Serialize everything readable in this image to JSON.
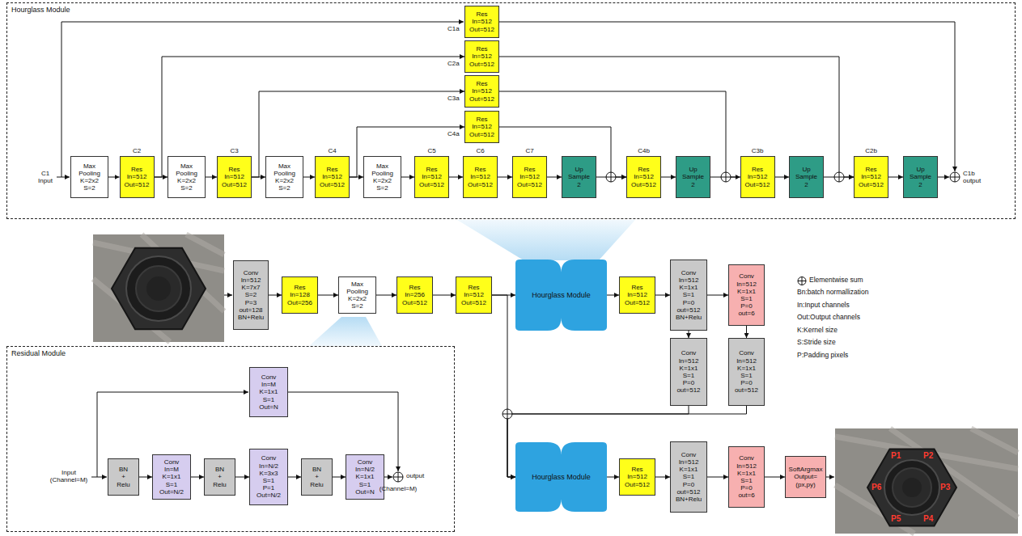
{
  "diagram": {
    "nodes": [
      {
        "text": [
          "Hourglass Module"
        ]
      },
      {
        "text": [
          "Res",
          "In=512",
          "Out=512"
        ],
        "in": 0
      },
      {
        "text": [
          "Res",
          "In=512",
          "Out=512"
        ],
        "in": 0
      },
      {
        "text": [
          "Res",
          "In=512",
          "Out=512"
        ],
        "in": 0
      },
      {
        "text": [
          "Res",
          "In=512",
          "Out=512"
        ],
        "in": 0
      },
      {
        "text": [
          "Max",
          "Pooling",
          "K=2x2",
          "S=2"
        ],
        "in": 0
      },
      {
        "text": [
          "Res",
          "In=512",
          "Out=512"
        ],
        "in": 0
      },
      {
        "text": [
          "Max",
          "Pooling",
          "K=2x2",
          "S=2"
        ],
        "in": 0
      },
      {
        "text": [
          "Res",
          "In=512",
          "Out=512"
        ],
        "in": 0
      },
      {
        "text": [
          "Max",
          "Pooling",
          "K=2x2",
          "S=2"
        ],
        "in": 0
      },
      {
        "text": [
          "Res",
          "In=512",
          "Out=512"
        ],
        "in": 0
      },
      {
        "text": [
          "Max",
          "Pooling",
          "K=2x2",
          "S=2"
        ],
        "in": 0
      },
      {
        "text": [
          "Res",
          "In=512",
          "Out=512"
        ],
        "in": 0
      },
      {
        "text": [
          "Res",
          "In=512",
          "Out=512"
        ],
        "in": 0
      },
      {
        "text": [
          "Res",
          "In=512",
          "Out=512"
        ],
        "in": 0
      },
      {
        "text": [
          "Up",
          "Sample",
          "2"
        ],
        "in": 0
      },
      {
        "text": [
          "Res",
          "In=512",
          "Out=512"
        ],
        "in": 0
      },
      {
        "text": [
          "Up",
          "Sample",
          "2"
        ],
        "in": 0
      },
      {
        "text": [
          "Res",
          "In=512",
          "Out=512"
        ],
        "in": 0
      },
      {
        "text": [
          "Up",
          "Sample",
          "2"
        ],
        "in": 0
      },
      {
        "text": [
          "Res",
          "In=512",
          "Out=512"
        ],
        "in": 0
      },
      {
        "text": [
          "Up",
          "Sample",
          "2"
        ],
        "in": 0
      },
      {
        "text": [
          "Conv",
          "In=512",
          "K=7x7",
          "S=2",
          "P=3",
          "out=128",
          "BN+Relu"
        ]
      },
      {
        "text": [
          "Res",
          "In=128",
          "Out=256"
        ]
      },
      {
        "text": [
          "Max",
          "Pooling",
          "K=2x2",
          "S=2"
        ]
      },
      {
        "text": [
          "Res",
          "In=256",
          "Out=512"
        ]
      },
      {
        "text": [
          "Res",
          "In=512",
          "Out=512"
        ]
      },
      {
        "text": [
          "Hourglass Module"
        ]
      },
      {
        "text": [
          "Res",
          "In=512",
          "Out=512"
        ]
      },
      {
        "text": [
          "Conv",
          "In=512",
          "K=1x1",
          "S=1",
          "P=0",
          "out=512",
          "BN+Relu"
        ]
      },
      {
        "text": [
          "Conv",
          "In=512",
          "K=1x1",
          "S=1",
          "P=0",
          "out=6"
        ]
      },
      {
        "text": [
          "Conv",
          "In=512",
          "K=1x1",
          "S=1",
          "P=0",
          "out=512"
        ]
      },
      {
        "text": [
          "Conv",
          "In=512",
          "K=1x1",
          "S=1",
          "P=0",
          "out=512"
        ]
      },
      {
        "text": [
          "Hourglass Module"
        ]
      },
      {
        "text": [
          "Res",
          "In=512",
          "Out=512"
        ]
      },
      {
        "text": [
          "Conv",
          "In=512",
          "K=1x1",
          "S=1",
          "P=0",
          "out=512",
          "BN+Relu"
        ]
      },
      {
        "text": [
          "Conv",
          "In=512",
          "K=1x1",
          "S=1",
          "P=0",
          "out=6"
        ]
      },
      {
        "text": [
          "SoftArgmax",
          "Output=",
          "(px,py)"
        ]
      },
      {
        "text": [
          "Residual Module"
        ]
      },
      {
        "text": [
          "Conv",
          "In=M",
          "K=1x1",
          "S=1",
          "Out=N"
        ],
        "in": 38
      },
      {
        "text": [
          "BN",
          "+",
          "Relu"
        ],
        "in": 38
      },
      {
        "text": [
          "Conv",
          "In=M",
          "K=1x1",
          "S=1",
          "Out=N/2"
        ],
        "in": 38
      },
      {
        "text": [
          "BN",
          "+",
          "Relu"
        ],
        "in": 38
      },
      {
        "text": [
          "Conv",
          "In=N/2",
          "K=3x3",
          "S=1",
          "P=1",
          "Out=N/2"
        ],
        "in": 38
      },
      {
        "text": [
          "BN",
          "+",
          "Relu"
        ],
        "in": 38
      },
      {
        "text": [
          "Conv",
          "In=N/2",
          "K=1x1",
          "S=1",
          "Out=N"
        ],
        "in": 38
      }
    ],
    "edges": [
      {
        "from": 5,
        "to": 6,
        "arrow": "to"
      },
      {
        "from": 6,
        "to": 7,
        "arrow": "to"
      },
      {
        "from": 6,
        "to": 2,
        "arrow": "to"
      },
      {
        "from": 7,
        "to": 8,
        "arrow": "to"
      },
      {
        "from": 8,
        "to": 9,
        "arrow": "to"
      },
      {
        "from": 8,
        "to": 3,
        "arrow": "to"
      },
      {
        "from": 9,
        "to": 10,
        "arrow": "to"
      },
      {
        "from": 10,
        "to": 11,
        "arrow": "to"
      },
      {
        "from": 10,
        "to": 4,
        "arrow": "to"
      },
      {
        "from": 11,
        "to": 12,
        "arrow": "to"
      },
      {
        "from": 12,
        "to": 13,
        "arrow": "to"
      },
      {
        "from": 13,
        "to": 14,
        "arrow": "to"
      },
      {
        "from": 14,
        "to": 15,
        "arrow": "to"
      },
      {
        "from": 15,
        "to": 16,
        "arrow": "to"
      },
      {
        "from": 4,
        "to": 16,
        "arrow": "to"
      },
      {
        "from": 16,
        "to": 17,
        "arrow": "to"
      },
      {
        "from": 17,
        "to": 18,
        "arrow": "to"
      },
      {
        "from": 3,
        "to": 18,
        "arrow": "to"
      },
      {
        "from": 18,
        "to": 19,
        "arrow": "to"
      },
      {
        "from": 19,
        "to": 20,
        "arrow": "to"
      },
      {
        "from": 2,
        "to": 20,
        "arrow": "to"
      },
      {
        "from": 20,
        "to": 21,
        "arrow": "to"
      },
      {
        "from": 22,
        "to": 23,
        "arrow": "to"
      },
      {
        "from": 23,
        "to": 24,
        "arrow": "to"
      },
      {
        "from": 24,
        "to": 25,
        "arrow": "to"
      },
      {
        "from": 25,
        "to": 26,
        "arrow": "to"
      },
      {
        "from": 26,
        "to": 27,
        "arrow": "to"
      },
      {
        "from": 26,
        "to": 33,
        "arrow": "to"
      },
      {
        "from": 27,
        "to": 28,
        "arrow": "to"
      },
      {
        "from": 28,
        "to": 29,
        "arrow": "to"
      },
      {
        "from": 29,
        "to": 30,
        "arrow": "to"
      },
      {
        "from": 29,
        "to": 31,
        "arrow": "to"
      },
      {
        "from": 30,
        "to": 32,
        "arrow": "to"
      },
      {
        "from": 31,
        "to": 33,
        "arrow": "to"
      },
      {
        "from": 32,
        "to": 33,
        "arrow": "to"
      },
      {
        "from": 33,
        "to": 34,
        "arrow": "to"
      },
      {
        "from": 34,
        "to": 35,
        "arrow": "to"
      },
      {
        "from": 35,
        "to": 36,
        "arrow": "to"
      },
      {
        "from": 36,
        "to": 37,
        "arrow": "to"
      },
      {
        "from": 40,
        "to": 41,
        "arrow": "to"
      },
      {
        "from": 41,
        "to": 42,
        "arrow": "to"
      },
      {
        "from": 42,
        "to": 43,
        "arrow": "to"
      },
      {
        "from": 43,
        "to": 44,
        "arrow": "to"
      },
      {
        "from": 44,
        "to": 45,
        "arrow": "to"
      }
    ],
    "labels": [
      "C1a",
      "C2a",
      "C3a",
      "C4a",
      "C1 Input",
      "C2",
      "C3",
      "C4",
      "C5",
      "C6",
      "C7",
      "C4b",
      "C3b",
      "C2b",
      "C1b output",
      "Input (Channel=M)",
      "output",
      "(Channel=M)",
      "P1",
      "P2",
      "P3",
      "P4",
      "P5",
      "P6"
    ],
    "legend": [
      {
        "text": "Elementwise sum"
      },
      {
        "text": "Bn:batch normallization"
      },
      {
        "text": "In:Input channels"
      },
      {
        "text": "Out:Output channels"
      },
      {
        "text": "K:Kernel size"
      },
      {
        "text": "S:Stride size"
      },
      {
        "text": "P:Padding pixels"
      }
    ]
  }
}
